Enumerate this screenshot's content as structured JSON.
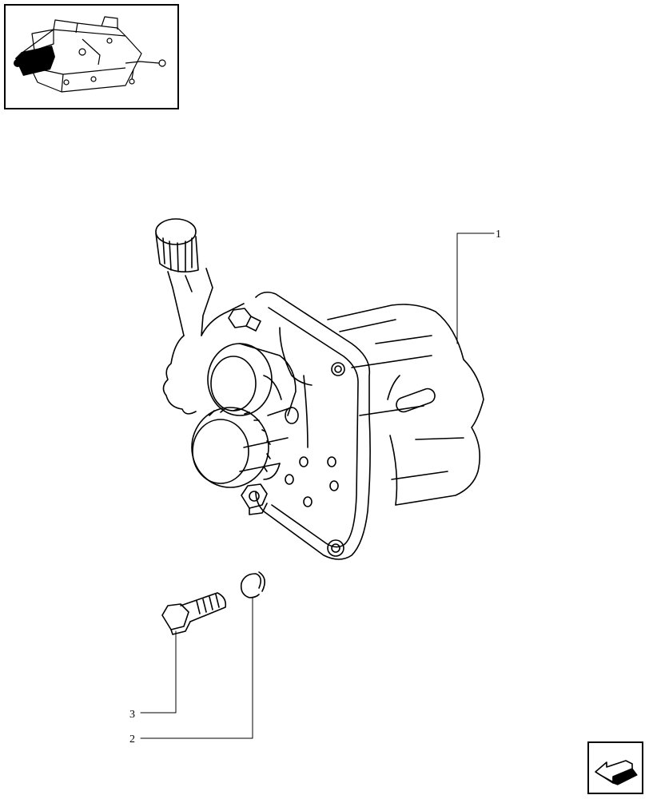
{
  "callouts": {
    "part1": "1",
    "part2": "2",
    "part3": "3"
  },
  "icons": {
    "thumbnail": "assembly-thumbnail",
    "navigation": "next-page-arrow-icon"
  },
  "colors": {
    "ink": "#000000",
    "paper": "#ffffff"
  }
}
